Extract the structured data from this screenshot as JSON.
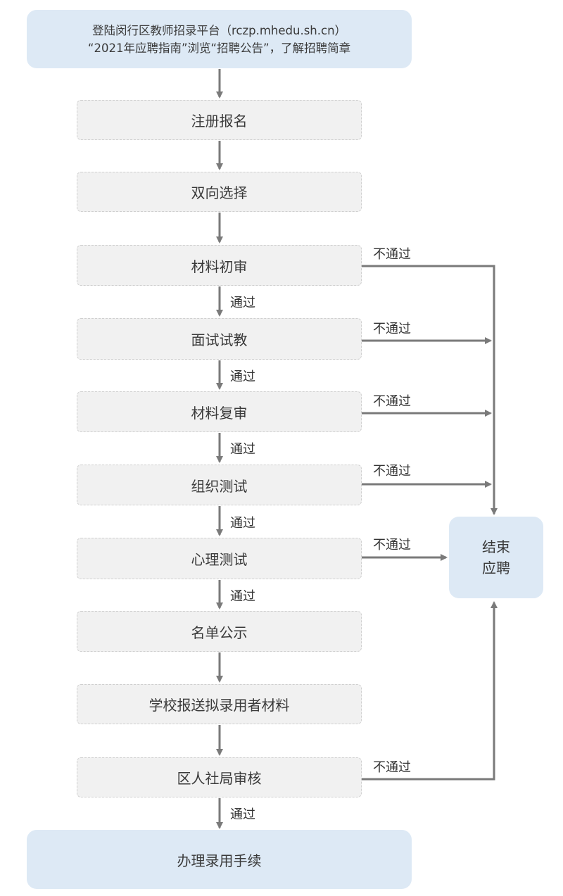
{
  "header": {
    "line1": "登陆闵行区教师招录平台（rczp.mhedu.sh.cn）",
    "line2": "“2021年应聘指南”浏览“招聘公告”，了解招聘简章"
  },
  "steps": [
    {
      "label": "注册报名"
    },
    {
      "label": "双向选择"
    },
    {
      "label": "材料初审",
      "fail": "不通过"
    },
    {
      "label": "面试试教",
      "fail": "不通过"
    },
    {
      "label": "材料复审",
      "fail": "不通过"
    },
    {
      "label": "组织测试",
      "fail": "不通过"
    },
    {
      "label": "心理测试",
      "fail": "不通过"
    },
    {
      "label": "名单公示"
    },
    {
      "label": "学校报送拟录用者材料"
    },
    {
      "label": "区人社局审核",
      "fail": "不通过"
    }
  ],
  "pass_labels": [
    "通过",
    "通过",
    "通过",
    "通过",
    "通过",
    "通过"
  ],
  "end_box": {
    "line1": "结束",
    "line2": "应聘"
  },
  "final_step": "办理录用手续",
  "colors": {
    "box_blue": "#dde9f5",
    "box_gray": "#f1f1f1",
    "arrow": "#7a7a7a"
  }
}
